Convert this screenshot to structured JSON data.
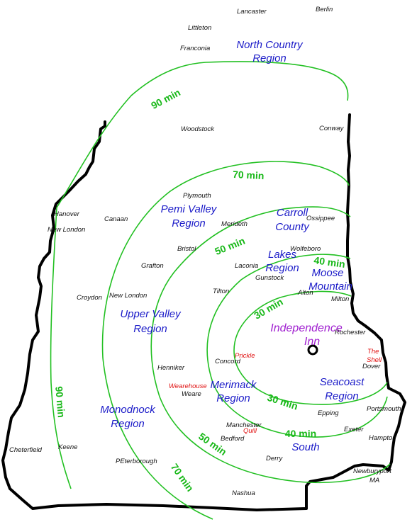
{
  "towns": [
    "Lancaster",
    "Berlin",
    "Littleton",
    "Franconia",
    "Woodstock",
    "Conway",
    "Plymouth",
    "Hanover",
    "New London",
    "Canaan",
    "Merideth",
    "Ossippee",
    "Bristol",
    "Wolfeboro",
    "Laconia",
    "Gunstock",
    "Grafton",
    "Tilton",
    "Alton",
    "Milton",
    "Croydon",
    "New London",
    "Rochester",
    "Concord",
    "Dover",
    "Henniker",
    "Weare",
    "Portsmouth",
    "Epping",
    "Manchester",
    "Exeter",
    "Bedford",
    "Hampton",
    "Cheterfield",
    "Keene",
    "PEterborough",
    "Derry",
    "Newburyport",
    "MA",
    "Nashua"
  ],
  "regions": [
    "North Country",
    "Region",
    "Pemi Valley",
    "Region",
    "Carroll",
    "County",
    "Lakes",
    "Region",
    "Moose",
    "Mountain",
    "Upper Valley",
    "Region",
    "Merimack",
    "Region",
    "Seacoast",
    "Region",
    "Monodnock",
    "Region",
    "40 min",
    "South"
  ],
  "pois": [
    "Prickle",
    "Wearehouse",
    "Quill",
    "The",
    "Shell"
  ],
  "isochrones": [
    "90 min",
    "70 min",
    "50 min",
    "40 min",
    "30 min",
    "30 min",
    "90 min",
    "70 min",
    "50 min",
    "40 min"
  ],
  "destination": [
    "Independence",
    "Inn"
  ],
  "colors": {
    "isochrone": "#22c022",
    "region": "#1a1ac8",
    "poi": "#e01010",
    "destination": "#a020d0",
    "border": "#000000"
  }
}
